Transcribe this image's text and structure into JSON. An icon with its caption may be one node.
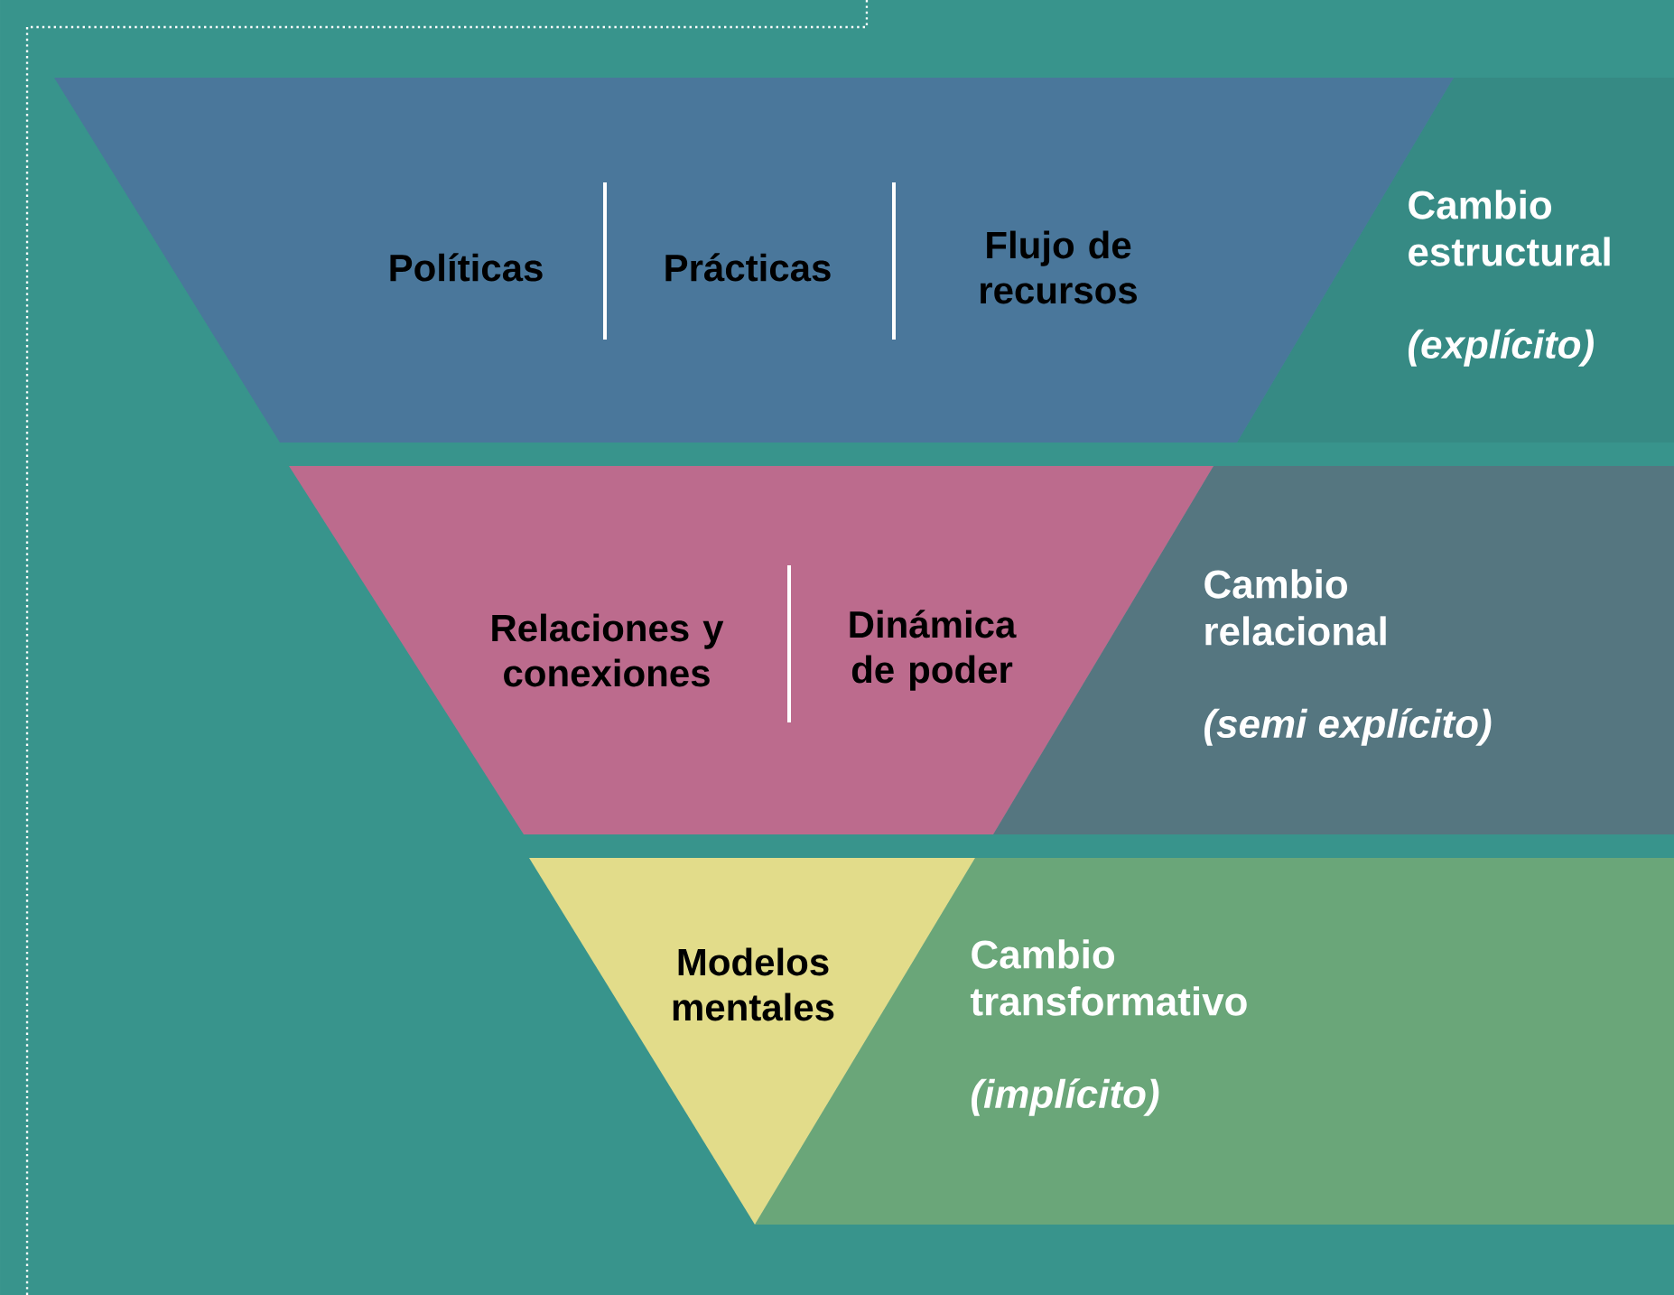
{
  "diagram": {
    "nodes": [
      {
        "text": [
          "Políticas",
          "Prácticas",
          "Flujo de recursos"
        ]
      },
      {
        "text": [
          "Cambio estructural",
          "(explícito)"
        ]
      },
      {
        "text": [
          "Relaciones y conexiones",
          "Dinámica de poder"
        ]
      },
      {
        "text": [
          "Cambio relacional",
          "(semi explícito)"
        ]
      },
      {
        "text": [
          "Modelos mentales"
        ]
      },
      {
        "text": [
          "Cambio transformativo",
          "(implícito)"
        ]
      }
    ]
  }
}
